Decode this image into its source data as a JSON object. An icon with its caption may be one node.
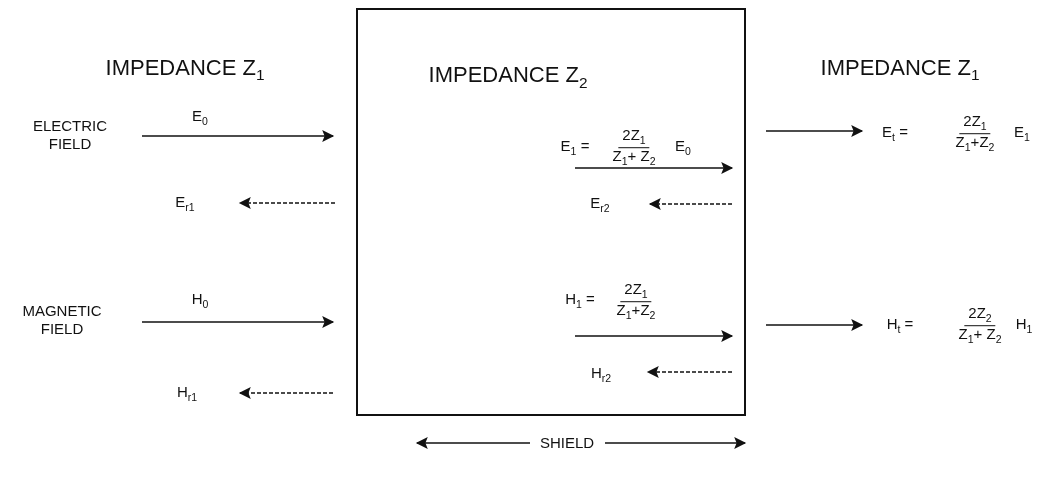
{
  "diagram": {
    "nodes": [
      {
        "text": [
          "IMPEDANCE Z$_{2}$"
        ]
      }
    ],
    "labels": [
      "IMPEDANCE Z$_{1}$",
      "IMPEDANCE Z$_{1}$",
      "ELECTRIC FIELD",
      "E$_{0}$",
      "E$_{1}$ =",
      "2Z$_{1}$",
      "Z$_{1}$+ Z$_{2}$",
      "E$_{0}$",
      "E$_{t}$ =",
      "2Z$_{1}$",
      "Z$_{1}$+Z$_{2}$",
      "E$_{1}$",
      "E$_{r1}$",
      "E$_{r2}$",
      "MAGNETIC FIELD",
      "H$_{0}$",
      "H$_{1}$ =",
      "2Z$_{1}$",
      "Z$_{1}$+Z$_{2}$",
      "H$_{t}$ =",
      "2Z$_{2}$",
      "Z$_{1}$+ Z$_{2}$",
      "H$_{1}$",
      "H$_{r1}$",
      "H$_{r2}$",
      "SHIELD"
    ]
  }
}
